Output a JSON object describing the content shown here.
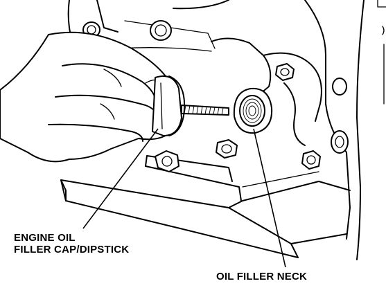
{
  "labels": {
    "cap_line1": "ENGINE OIL",
    "cap_line2": "FILLER CAP/DIPSTICK",
    "neck": "OIL FILLER NECK"
  },
  "colors": {
    "ink": "#000000",
    "paper": "#ffffff"
  }
}
